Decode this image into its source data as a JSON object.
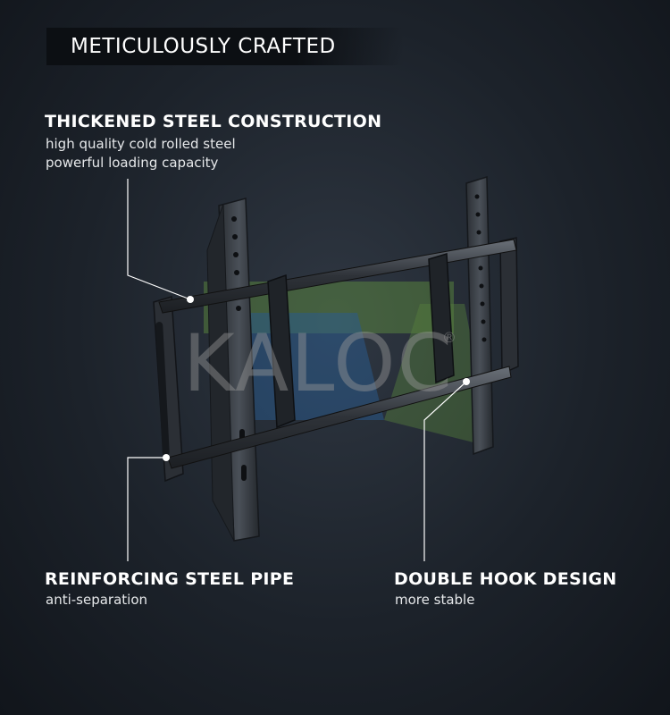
{
  "banner": {
    "title": "METICULOUSLY CRAFTED"
  },
  "callouts": {
    "steel_construction": {
      "title": "THICKENED STEEL CONSTRUCTION",
      "lines": [
        "high quality cold rolled steel",
        "powerful loading capacity"
      ]
    },
    "steel_pipe": {
      "title": "REINFORCING STEEL PIPE",
      "lines": [
        "anti-separation"
      ]
    },
    "double_hook": {
      "title": "DOUBLE HOOK DESIGN",
      "lines": [
        "more stable"
      ]
    }
  },
  "watermark": {
    "text": "KALOC",
    "mark": "®"
  },
  "colors": {
    "background": "#1c222a",
    "banner": "#0c0f13",
    "bracket": "#3a3f46",
    "watermark_green": "#7cc242",
    "watermark_blue": "#2a78c8"
  }
}
